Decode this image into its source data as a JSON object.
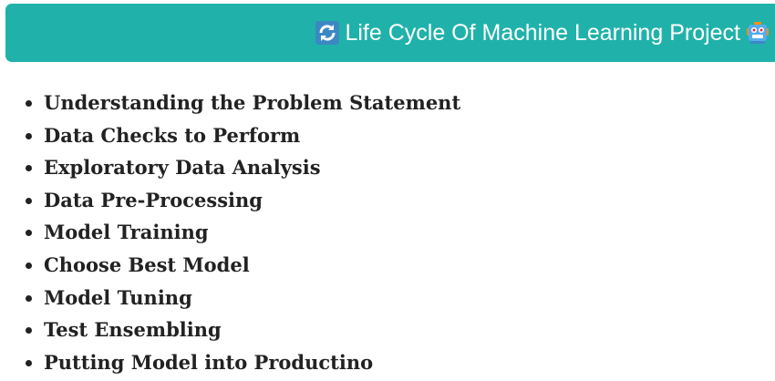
{
  "header": {
    "title": "Life Cycle Of Machine Learning Project",
    "left_icon": "refresh-arrows-icon",
    "right_icon": "robot-icon",
    "background_color": "#20b2aa"
  },
  "steps": [
    "Understanding the Problem Statement",
    "Data Checks to Perform",
    "Exploratory Data Analysis",
    "Data Pre-Processing",
    "Model Training",
    "Choose Best Model",
    "Model Tuning",
    "Test Ensembling",
    "Putting Model into Productino"
  ]
}
